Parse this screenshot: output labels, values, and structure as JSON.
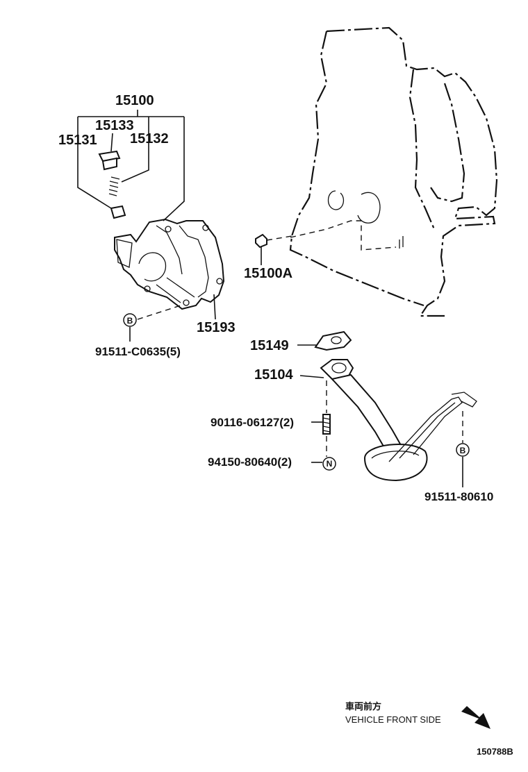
{
  "labels": {
    "p15100": "15100",
    "p15133": "15133",
    "p15131": "15131",
    "p15132": "15132",
    "p15100A": "15100A",
    "p15193": "15193",
    "p91511_c0635": "91511-C0635(5)",
    "p15149": "15149",
    "p15104": "15104",
    "p90116": "90116-06127(2)",
    "p94150": "94150-80640(2)",
    "p91511_80610": "91511-80610"
  },
  "markers": {
    "bolt_b_left": "B",
    "bolt_b_right": "B",
    "nut_n": "N"
  },
  "front_indicator": {
    "japanese": "車両前方",
    "english": "VEHICLE FRONT SIDE",
    "icon": "arrow-down-right-icon"
  },
  "reference_code": "150788B"
}
